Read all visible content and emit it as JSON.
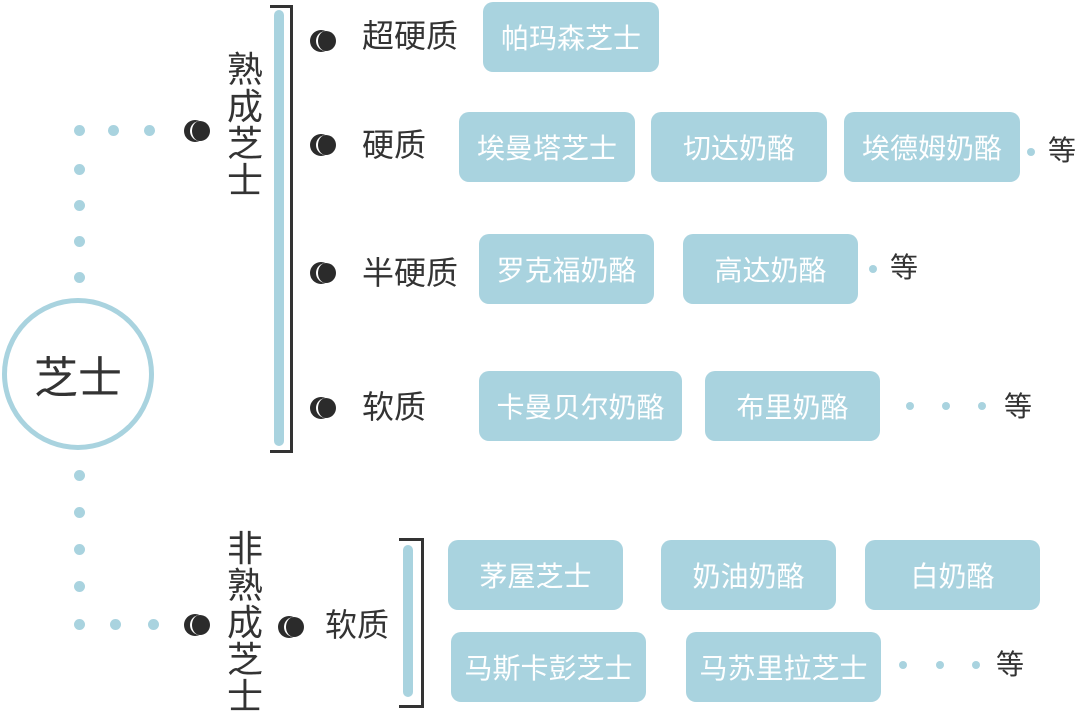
{
  "root": {
    "label": "芝士"
  },
  "branches": {
    "ripened": {
      "label_chars": [
        "熟",
        "成",
        "芝",
        "士"
      ],
      "categories": [
        {
          "label": "超硬质",
          "items": [
            "帕玛森芝士"
          ],
          "etc": ""
        },
        {
          "label": "硬质",
          "items": [
            "埃曼塔芝士",
            "切达奶酪",
            "埃德姆奶酪"
          ],
          "etc": "等"
        },
        {
          "label": "半硬质",
          "items": [
            "罗克福奶酪",
            "高达奶酪"
          ],
          "etc": "等"
        },
        {
          "label": "软质",
          "items": [
            "卡曼贝尔奶酪",
            "布里奶酪"
          ],
          "etc": "等"
        }
      ]
    },
    "unripened": {
      "label_chars": [
        "非",
        "熟",
        "成",
        "芝",
        "士"
      ],
      "category": "软质",
      "items": [
        "茅屋芝士",
        "奶油奶酪",
        "白奶酪",
        "马斯卡彭芝士",
        "马苏里拉芝士"
      ],
      "etc": "等"
    }
  },
  "colors": {
    "accent": "#a9d3df",
    "text": "#333333",
    "box_text": "#ffffff"
  }
}
